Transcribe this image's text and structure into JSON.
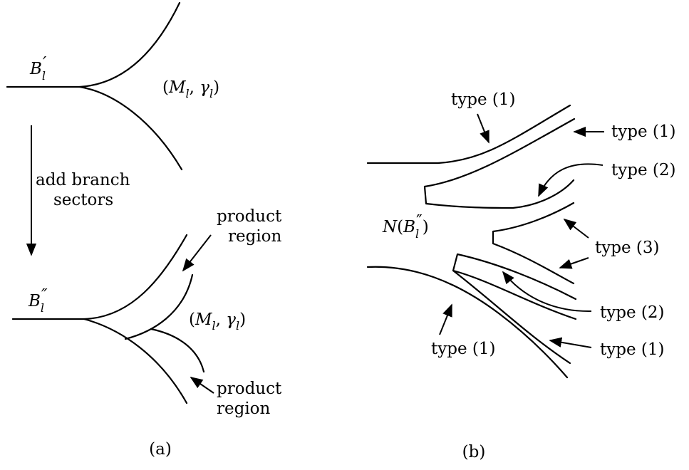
{
  "panel_a": {
    "caption": "(a)",
    "top_boundary_label": "B",
    "top_boundary_sub": "l",
    "top_boundary_prime": "′",
    "top_region_label_open": "(",
    "top_region_label_M": "M",
    "top_region_label_l1": "l",
    "top_region_label_comma": ", ",
    "top_region_label_gamma": "γ",
    "top_region_label_l2": "l",
    "top_region_label_close": ")",
    "arrow_label_line1": "add branch",
    "arrow_label_line2": "sectors",
    "bottom_boundary_label": "B",
    "bottom_boundary_sub": "l",
    "bottom_boundary_prime": "″",
    "bottom_region_label_open": "(",
    "bottom_region_label_M": "M",
    "bottom_region_label_l1": "l",
    "bottom_region_label_comma": ", ",
    "bottom_region_label_gamma": "γ",
    "bottom_region_label_l2": "l",
    "bottom_region_label_close": ")",
    "product_top_line1": "product",
    "product_top_line2": "region",
    "product_bottom_line1": "product",
    "product_bottom_line2": "region"
  },
  "panel_b": {
    "caption": "(b)",
    "nbhd_N": "N",
    "nbhd_open": "(",
    "nbhd_B": "B",
    "nbhd_sub": "l",
    "nbhd_prime": "″",
    "nbhd_close": ")",
    "type_labels": [
      "type (1)",
      "type (1)",
      "type (2)",
      "type (3)",
      "type (2)",
      "type (1)",
      "type (1)"
    ]
  }
}
